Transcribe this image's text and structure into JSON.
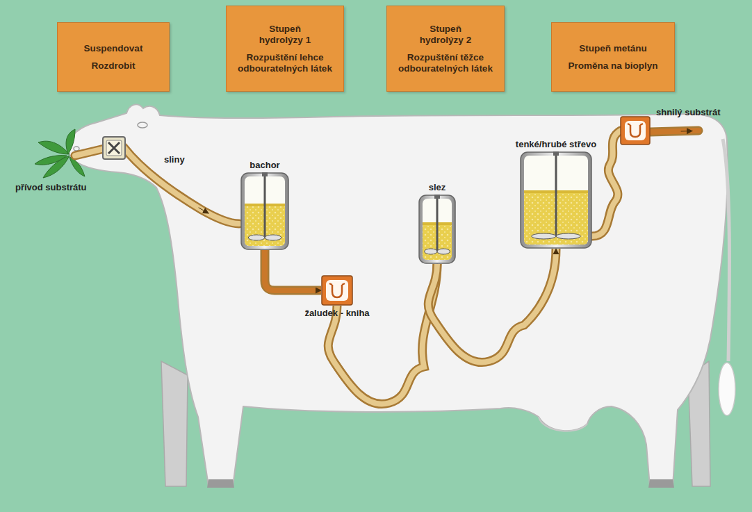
{
  "diagram": {
    "nodes": [
      {
        "text": [
          "Suspendovat",
          "Rozdrobit"
        ]
      },
      {
        "text": [
          "Stupeň hydrolýzy 1",
          "Rozpuštění lehce odbouratelných látek"
        ]
      },
      {
        "text": [
          "Stupeň hydrolýzy 2",
          "Rozpuštění těžce odbouratelných látek"
        ]
      },
      {
        "text": [
          "Stupeň metánu",
          "Proměna na bioplyn"
        ]
      },
      {
        "text": [
          "bachor"
        ]
      },
      {
        "text": [
          "žaludek - kniha"
        ]
      },
      {
        "text": [
          "slez"
        ]
      },
      {
        "text": [
          "tenké/hrubé střevo"
        ]
      }
    ],
    "edges": [
      {
        "from": 4,
        "to": 5,
        "arrow": "to"
      },
      {
        "from": 5,
        "to": 6,
        "arrow": "to"
      },
      {
        "from": 6,
        "to": 7,
        "arrow": "to"
      }
    ],
    "labels": [
      "přívod substrátu",
      "sliny",
      "shnilý substrát"
    ]
  }
}
